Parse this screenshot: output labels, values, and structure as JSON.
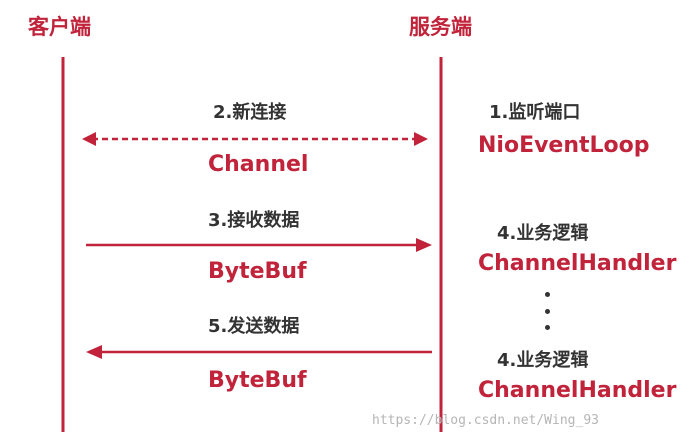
{
  "colors": {
    "accent": "#c0233a",
    "text": "#333333",
    "watermark": "#b5b5b5"
  },
  "headers": {
    "client": "客户端",
    "server": "服务端"
  },
  "flows": {
    "new_connection": {
      "step": "2.新连接",
      "object": "Channel"
    },
    "receive_data": {
      "step": "3.接收数据",
      "object": "ByteBuf"
    },
    "send_data": {
      "step": "5.发送数据",
      "object": "ByteBuf"
    }
  },
  "server_side": {
    "listen": {
      "step": "1.监听端口",
      "object": "NioEventLoop"
    },
    "logic_1": {
      "step": "4.业务逻辑",
      "object": "ChannelHandler"
    },
    "logic_2": {
      "step": "4.业务逻辑",
      "object": "ChannelHandler"
    }
  },
  "watermark": "https://blog.csdn.net/Wing_93"
}
